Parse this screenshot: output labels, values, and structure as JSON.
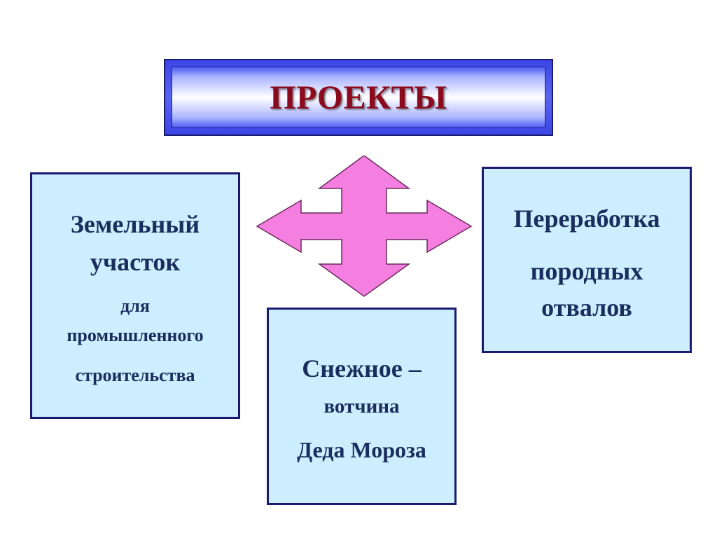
{
  "title": "ПРОЕКТЫ",
  "boxes": {
    "left": {
      "line1": "Земельный",
      "line2": "участок",
      "line3": "для",
      "line4": "промышленного",
      "line5": "строительства"
    },
    "right": {
      "line1": "Переработка",
      "line2": "породных",
      "line3": "отвалов"
    },
    "bottom": {
      "line1": "Снежное –",
      "line2": "вотчина",
      "line3": "Деда Мороза"
    }
  },
  "colors": {
    "title_text": "#8b0a1e",
    "box_fill": "#cceeff",
    "box_border": "#1a1a6e",
    "box_text": "#1a2e5e",
    "arrow_fill": "#f57fe0",
    "title_band": "#3b46e6"
  },
  "icons": {
    "center": "four-way-arrow-icon"
  }
}
